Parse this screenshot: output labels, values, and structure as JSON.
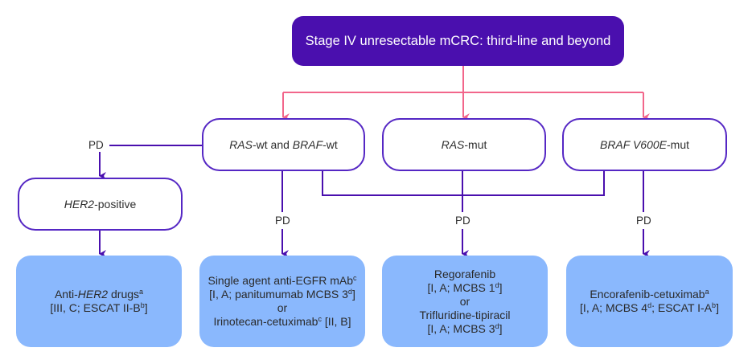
{
  "diagram": {
    "colors": {
      "title_fill": "#4a0fae",
      "node_border": "#5527c4",
      "treatment_fill": "#8ab8fd",
      "branch_arrow": "#f2668b",
      "flow_arrow": "#4a0fae"
    },
    "title": "Stage IV unresectable mCRC: third-line and beyond",
    "biomarker_nodes": {
      "ras_braf_wt": {
        "italic_a": "RAS",
        "text_a": "-wt and ",
        "italic_b": "BRAF",
        "text_b": "-wt"
      },
      "ras_mut": {
        "italic_a": "RAS",
        "text_a": "-mut"
      },
      "braf_mut": {
        "italic_a": "BRAF V600E",
        "text_a": "-mut"
      },
      "her2_pos": {
        "italic_a": "HER2",
        "text_a": "-positive"
      }
    },
    "pd_label": "PD",
    "treatments": {
      "her2": {
        "line1_pre": "Anti-",
        "line1_italic": "HER2",
        "line1_post": " drugs",
        "line1_sup": "a",
        "line2_pre": "[III, C; ESCAT II-B",
        "line2_sup": "b",
        "line2_post": "]"
      },
      "egfr": {
        "line1": "Single agent anti-EGFR mAb",
        "line1_sup": "c",
        "line2_pre": "[I, A; panitumumab MCBS 3",
        "line2_sup": "d",
        "line2_post": "]",
        "line3": "or",
        "line4_pre": "Irinotecan-cetuximab",
        "line4_sup": "c",
        "line4_post": " [II, B]"
      },
      "ras_mut": {
        "line1": "Regorafenib",
        "line2_pre": "[I, A; MCBS 1",
        "line2_sup": "d",
        "line2_post": "]",
        "line3": "or",
        "line4": "Trifluridine-tipiracil",
        "line5_pre": "[I, A; MCBS 3",
        "line5_sup": "d",
        "line5_post": "]"
      },
      "braf": {
        "line1": "Encorafenib-cetuximab",
        "line1_sup": "a",
        "line2_pre": "[I, A; MCBS 4",
        "line2_sup": "d",
        "line2_mid": "; ESCAT I-A",
        "line2_sup2": "b",
        "line2_post": "]"
      }
    }
  }
}
